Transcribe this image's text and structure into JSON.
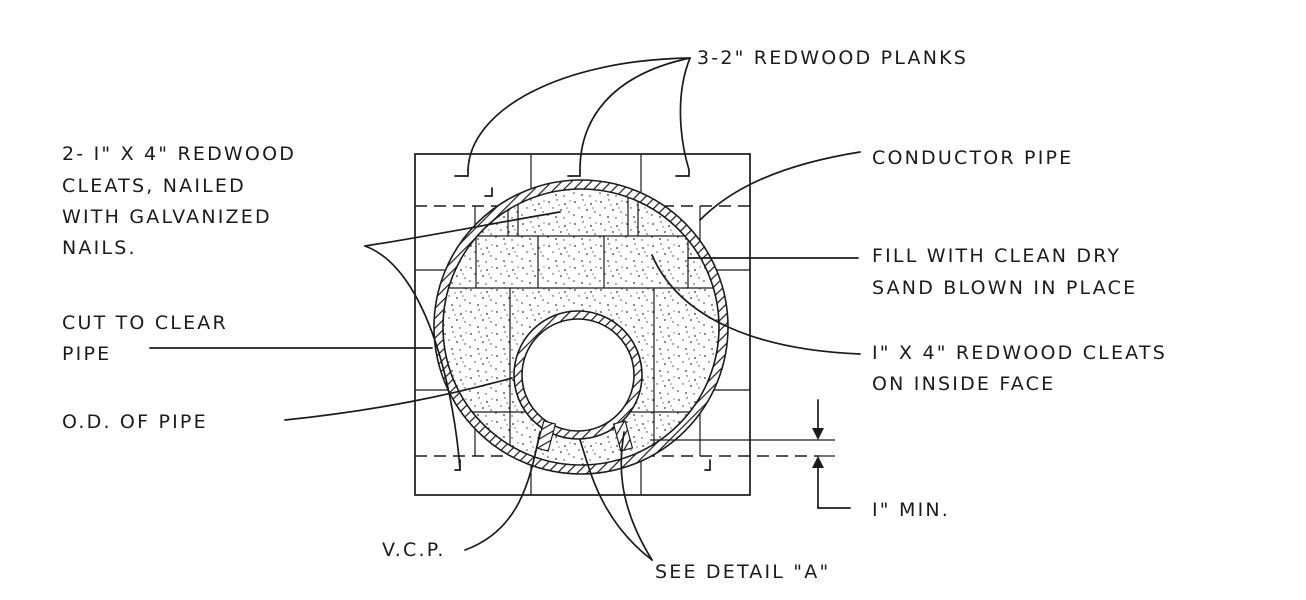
{
  "labels": {
    "planks": "3-2\" REDWOOD PLANKS",
    "cleats_1": "2- I\" X 4\" REDWOOD",
    "cleats_2": "CLEATS, NAILED",
    "cleats_3": "WITH GALVANIZED",
    "cleats_4": "NAILS.",
    "conductor": "CONDUCTOR PIPE",
    "fill_1": "FILL WITH CLEAN DRY",
    "fill_2": "SAND BLOWN IN PLACE",
    "cut_1": "CUT TO CLEAR",
    "cut_2": "PIPE",
    "inside_cleats_1": "I\" X 4\" REDWOOD CLEATS",
    "inside_cleats_2": "ON INSIDE FACE",
    "od": "O.D. OF PIPE",
    "min": "I\" MIN.",
    "vcp": "V.C.P.",
    "detail": "SEE DETAIL \"A\""
  }
}
